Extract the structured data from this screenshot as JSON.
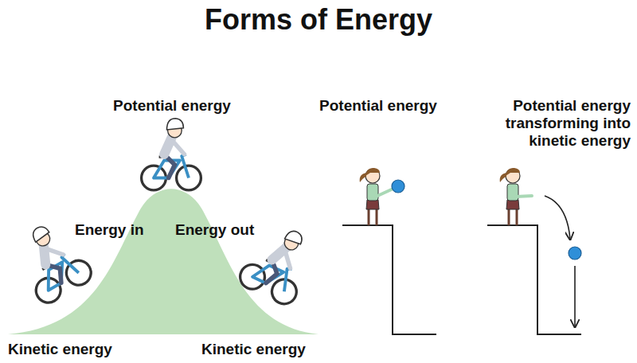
{
  "diagram": {
    "title": "Forms of Energy",
    "labels": [
      "Potential energy",
      "Energy in",
      "Energy out",
      "Kinetic energy",
      "Kinetic energy",
      "Potential energy",
      "Potential energy transforming into kinetic energy"
    ]
  }
}
